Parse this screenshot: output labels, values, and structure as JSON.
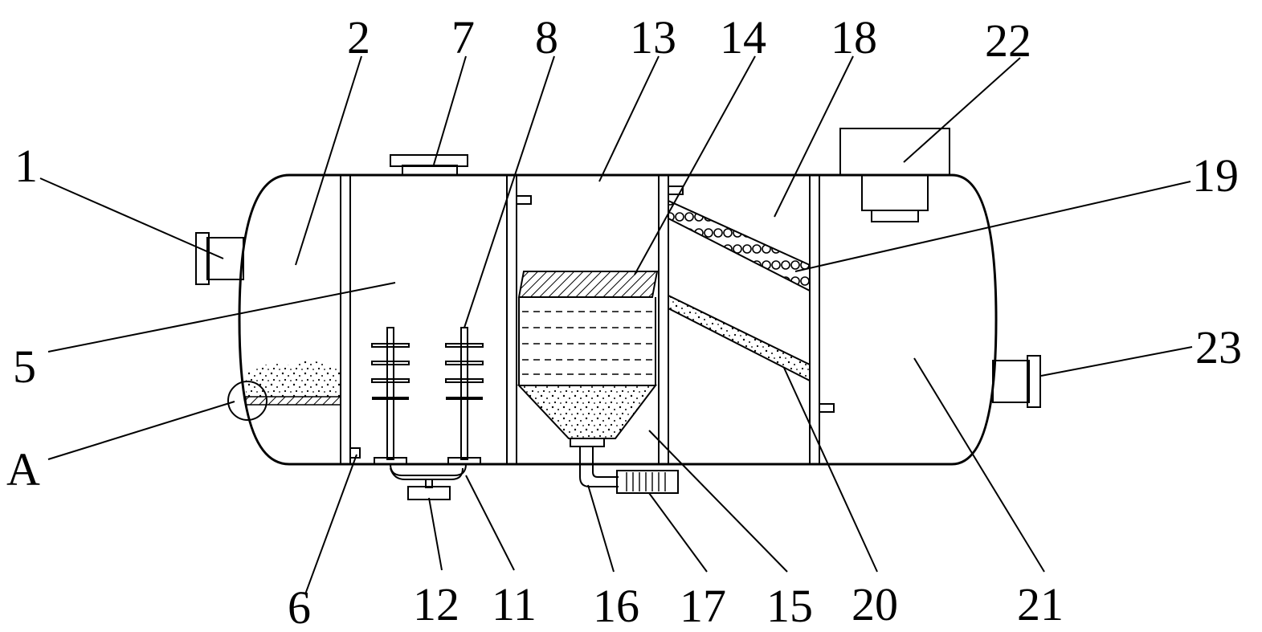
{
  "colors": {
    "ink": "#000000",
    "background": "#ffffff"
  },
  "labels": {
    "l1": "1",
    "l2": "2",
    "l5": "5",
    "l6": "6",
    "l7": "7",
    "l8": "8",
    "l11": "11",
    "l12": "12",
    "l13": "13",
    "l14": "14",
    "l15": "15",
    "l16": "16",
    "l17": "17",
    "l18": "18",
    "l19": "19",
    "l20": "20",
    "l21": "21",
    "l22": "22",
    "l23": "23",
    "lA": "A"
  }
}
